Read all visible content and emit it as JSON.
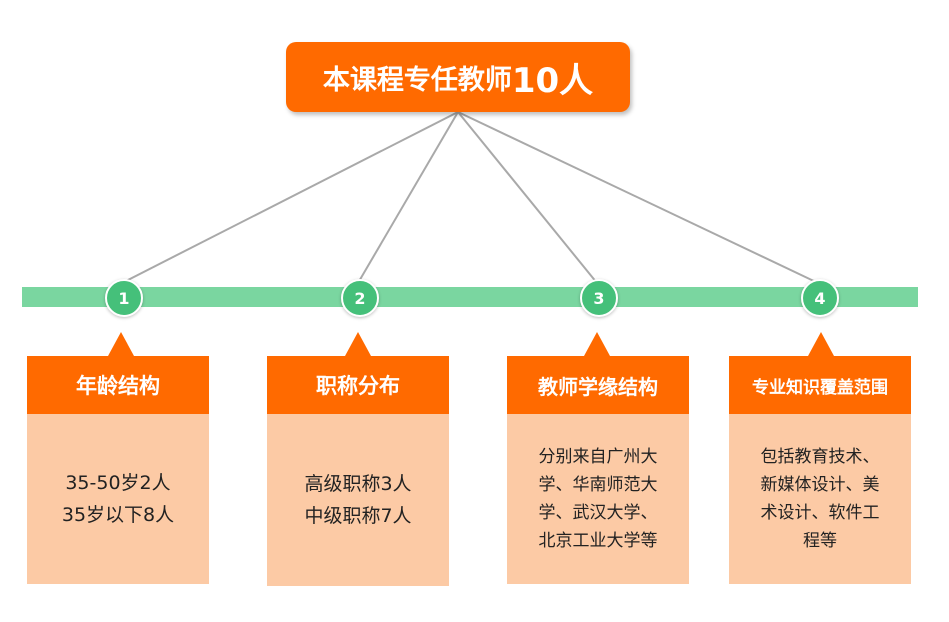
{
  "title": {
    "main": "本课程专任教师",
    "count": "10人"
  },
  "nodes": [
    "1",
    "2",
    "3",
    "4"
  ],
  "cards": [
    {
      "heading": "年龄结构",
      "lines": [
        "35-50岁2人",
        "35岁以下8人"
      ]
    },
    {
      "heading": "职称分布",
      "lines": [
        "高级职称3人",
        "中级职称7人"
      ]
    },
    {
      "heading": "教师学缘结构",
      "lines": [
        "分别来自广州大",
        "学、华南师范大",
        "学、武汉大学、",
        "北京工业大学等"
      ]
    },
    {
      "heading": "专业知识覆盖范围",
      "lines": [
        "包括教育技术、",
        "新媒体设计、美",
        "术设计、软件工",
        "程等"
      ]
    }
  ],
  "colors": {
    "accent": "#ff6a00",
    "bar": "#7ad6a0",
    "node": "#45c07a",
    "card_body": "#fccaa5",
    "line": "#a9a9a9"
  }
}
